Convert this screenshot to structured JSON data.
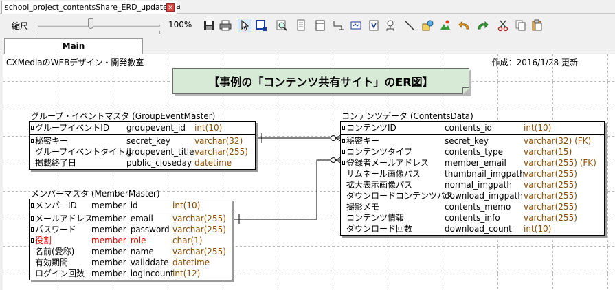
{
  "window": {
    "doc_tab": "school_project_contentsShare_ERD_update.",
    "doc_tab_next": "a",
    "close_glyph": "✕"
  },
  "toolbar": {
    "zoom_label": "縮尺",
    "zoom_value": "100%",
    "zoom_level_percent": 100,
    "buttons": [
      "save-icon",
      "print-icon",
      "select-pointer-icon",
      "area-select-icon",
      "zoom-icon",
      "page-icon",
      "table-icon",
      "relation-line-icon",
      "note-icon",
      "filter-icon",
      "tree-icon",
      "line-icon",
      "entity-icon",
      "picture-icon",
      "undo-icon",
      "redo-icon",
      "cut-icon",
      "copy-icon",
      "paste-icon"
    ]
  },
  "tabs": {
    "main": "Main"
  },
  "canvas": {
    "org": "CXMediaのWEBデザイン・開発教室",
    "meta": "作成：2016/1/28 更新",
    "title": "【事例の「コンテンツ共有サイト」のER図】"
  },
  "entities": {
    "group": {
      "title": "グループ・イベントマスタ (GroupEventMaster)",
      "pk": [
        {
          "lname": "グループイベントID",
          "pname": "groupevent_id",
          "dtype": "int(10)"
        }
      ],
      "attrs": [
        {
          "lname": "秘密キー",
          "pname": "secret_key",
          "dtype": "varchar(32)",
          "marker": true
        },
        {
          "lname": "グループイベントタイトル",
          "pname": "groupevent_title",
          "dtype": "varchar(255)",
          "marker": false
        },
        {
          "lname": "掲載終了日",
          "pname": "public_closeday",
          "dtype": "datetime",
          "marker": false
        }
      ]
    },
    "member": {
      "title": "メンバーマスタ (MemberMaster)",
      "pk": [
        {
          "lname": "メンバーID",
          "pname": "member_id",
          "dtype": "int(10)"
        }
      ],
      "attrs": [
        {
          "lname": "メールアドレス",
          "pname": "member_email",
          "dtype": "varchar(255)",
          "marker": true
        },
        {
          "lname": "パスワード",
          "pname": "member_password",
          "dtype": "varchar(255)",
          "marker": true
        },
        {
          "lname": "役割",
          "pname": "member_role",
          "dtype": "char(1)",
          "marker": true,
          "red": true
        },
        {
          "lname": "名前(愛称)",
          "pname": "member_name",
          "dtype": "varchar(255)",
          "marker": false
        },
        {
          "lname": "有効期間",
          "pname": "member_validdate",
          "dtype": "datetime",
          "marker": false
        },
        {
          "lname": "ログイン回数",
          "pname": "member_logincount",
          "dtype": "int(12)",
          "marker": false
        }
      ]
    },
    "contents": {
      "title": "コンテンツデータ (ContentsData)",
      "pk": [
        {
          "lname": "コンテンツID",
          "pname": "contents_id",
          "dtype": "int(10)"
        }
      ],
      "attrs": [
        {
          "lname": "秘密キー",
          "pname": "secret_key",
          "dtype": "varchar(32) (FK)",
          "marker": true
        },
        {
          "lname": "コンテンツタイプ",
          "pname": "contents_type",
          "dtype": "varchar(15)",
          "marker": true
        },
        {
          "lname": "登録者メールアドレス",
          "pname": "member_email",
          "dtype": "varchar(255) (FK)",
          "marker": true
        },
        {
          "lname": "サムネール画像パス",
          "pname": "thumbnail_imgpath",
          "dtype": "varchar(255)",
          "marker": false
        },
        {
          "lname": "拡大表示画像パス",
          "pname": "normal_imgpath",
          "dtype": "varchar(255)",
          "marker": false
        },
        {
          "lname": "ダウンロードコンテンツパス",
          "pname": "download_imgpath",
          "dtype": "varchar(255)",
          "marker": false
        },
        {
          "lname": "撮影メモ",
          "pname": "contents_memo",
          "dtype": "varchar(255)",
          "marker": false
        },
        {
          "lname": "コンテンツ情報",
          "pname": "contents_info",
          "dtype": "varchar(255)",
          "marker": false
        },
        {
          "lname": "ダウンロード回数",
          "pname": "download_count",
          "dtype": "int(10)",
          "marker": false
        }
      ]
    }
  },
  "colors": {
    "title_bg": "#d6ead6",
    "dtype": "#8a4d00",
    "role_red": "#e00000",
    "close_red": "#d9453d"
  }
}
